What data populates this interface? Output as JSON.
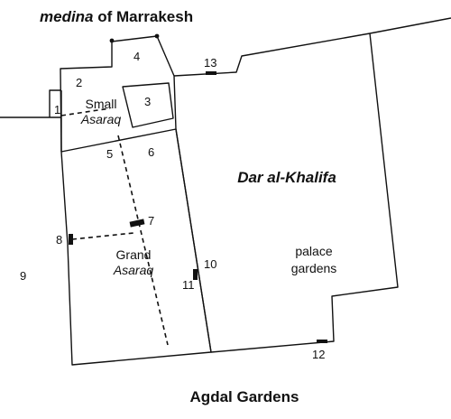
{
  "map": {
    "top_title": {
      "italic": "medina",
      "rest": " of Marrakesh"
    },
    "bottom_title": "Agdal Gardens",
    "dar_al_khalifa": "Dar al-Khalifa",
    "small_asaraq": {
      "line1": "Small",
      "line2": "Asaraq"
    },
    "grand_asaraq": {
      "line1": "Grand",
      "line2": "Asaraq"
    },
    "palace_gardens": {
      "line1": "palace",
      "line2": "gardens"
    },
    "numbers": [
      "1",
      "2",
      "3",
      "4",
      "5",
      "6",
      "7",
      "8",
      "9",
      "10",
      "11",
      "12",
      "13"
    ]
  }
}
